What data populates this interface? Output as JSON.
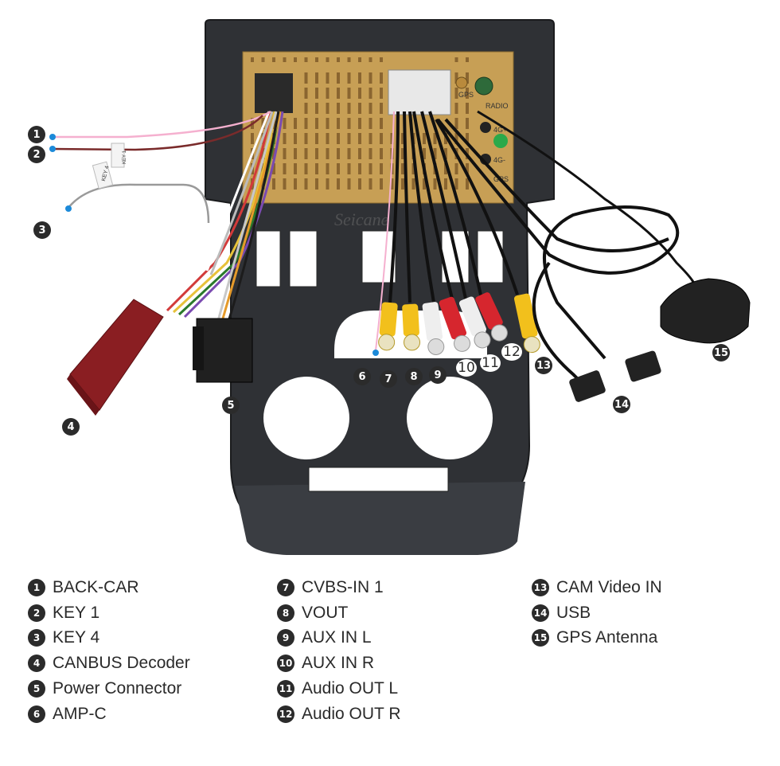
{
  "watermark": "Seicane",
  "unit_labels": {
    "gps": "GPS",
    "radio": "RADIO",
    "fourg_plus": "4G+",
    "fourg_minus": "4G-",
    "gps_port": "GPS",
    "key4_tag": "KEY 4",
    "key1_tag": "KEY 1"
  },
  "callouts": [
    {
      "num": "1",
      "label": "BACK-CAR"
    },
    {
      "num": "2",
      "label": "KEY 1"
    },
    {
      "num": "3",
      "label": "KEY 4"
    },
    {
      "num": "4",
      "label": "CANBUS Decoder"
    },
    {
      "num": "5",
      "label": "Power Connector"
    },
    {
      "num": "6",
      "label": "AMP-C"
    },
    {
      "num": "7",
      "label": "CVBS-IN 1"
    },
    {
      "num": "8",
      "label": "VOUT"
    },
    {
      "num": "9",
      "label": "AUX IN L"
    },
    {
      "num": "10",
      "label": "AUX IN R"
    },
    {
      "num": "11",
      "label": "Audio OUT L"
    },
    {
      "num": "12",
      "label": "Audio OUT R"
    },
    {
      "num": "13",
      "label": "CAM Video IN"
    },
    {
      "num": "14",
      "label": "USB"
    },
    {
      "num": "15",
      "label": "GPS Antenna"
    }
  ],
  "colors": {
    "frame": "#3a3c40",
    "board": "#c9a25a",
    "yellow_rca": "#f2c01c",
    "white_rca": "#eeeeee",
    "red_rca": "#d6262e",
    "canbus": "#8a1e22"
  }
}
